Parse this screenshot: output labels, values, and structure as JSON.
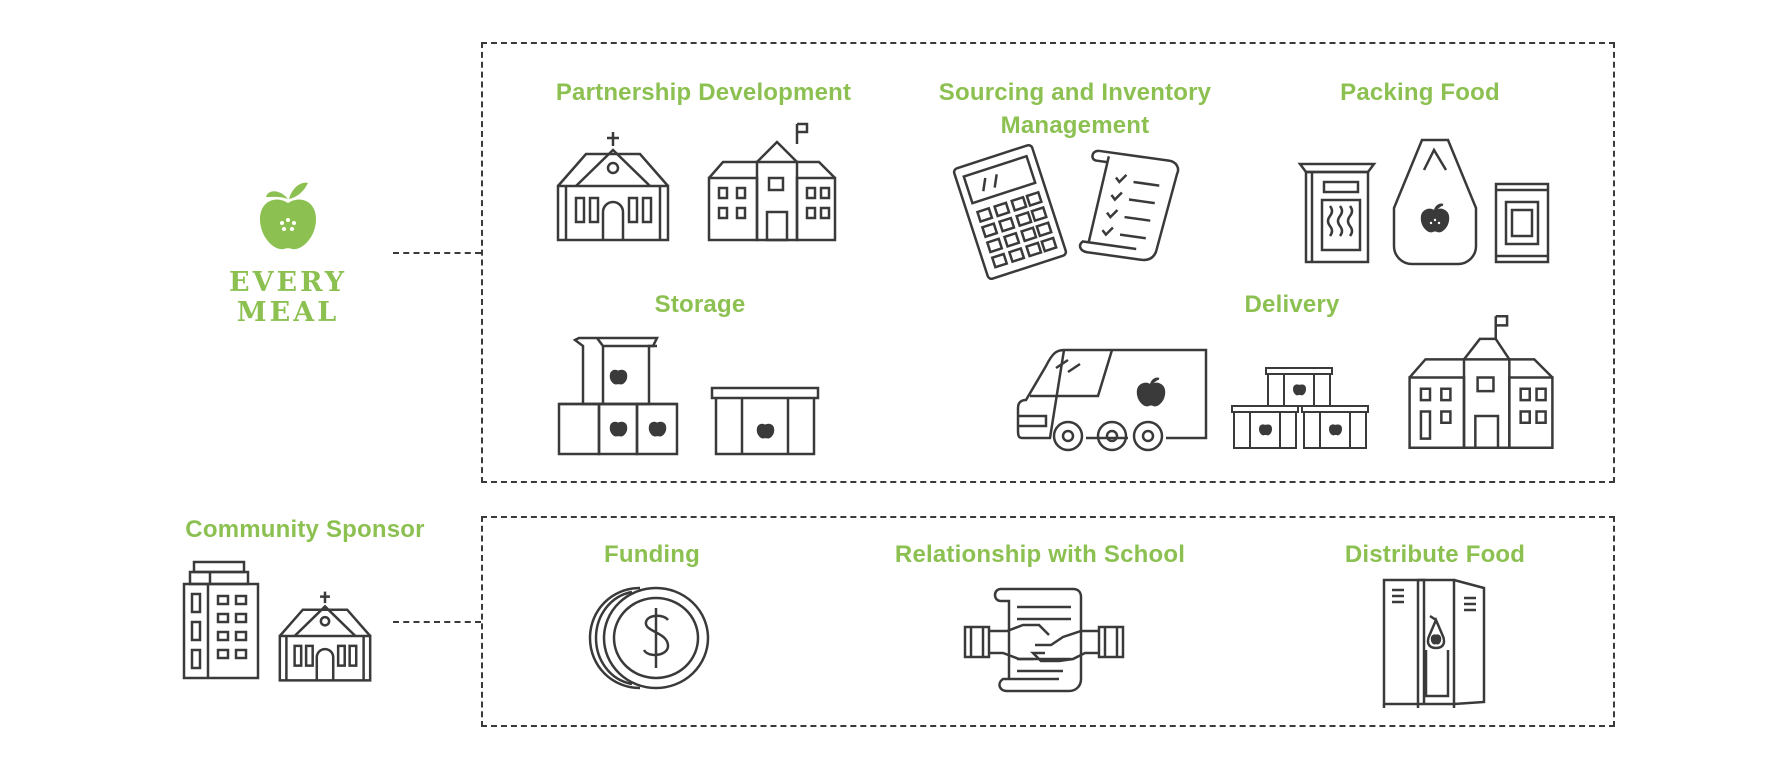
{
  "colors": {
    "accent": "#8cc152",
    "line": "#3a3a3a",
    "background": "#ffffff"
  },
  "brand": {
    "line1": "EVERY",
    "line2": "MEAL",
    "icon": "apple-icon"
  },
  "every_meal_box": {
    "sections": [
      {
        "id": "partnership",
        "label": "Partnership Development",
        "icons": [
          "church-icon",
          "school-icon"
        ]
      },
      {
        "id": "sourcing",
        "label_line1": "Sourcing and Inventory",
        "label_line2": "Management",
        "icons": [
          "calculator-icon",
          "checklist-scroll-icon"
        ]
      },
      {
        "id": "packing",
        "label": "Packing Food",
        "icons": [
          "cereal-box-icon",
          "food-bag-icon",
          "food-can-icon"
        ]
      },
      {
        "id": "storage",
        "label": "Storage",
        "icons": [
          "stacked-boxes-icon",
          "storage-bin-icon"
        ]
      },
      {
        "id": "delivery",
        "label": "Delivery",
        "icons": [
          "delivery-van-icon",
          "crates-icon",
          "school-icon"
        ]
      }
    ]
  },
  "sponsor": {
    "label": "Community Sponsor",
    "icons": [
      "office-building-icon",
      "church-icon"
    ]
  },
  "sponsor_box": {
    "sections": [
      {
        "id": "funding",
        "label": "Funding",
        "icons": [
          "dollar-coin-icon"
        ]
      },
      {
        "id": "relationship",
        "label": "Relationship with School",
        "icons": [
          "handshake-contract-icon"
        ]
      },
      {
        "id": "distribute",
        "label": "Distribute Food",
        "icons": [
          "locker-icon"
        ]
      }
    ]
  }
}
